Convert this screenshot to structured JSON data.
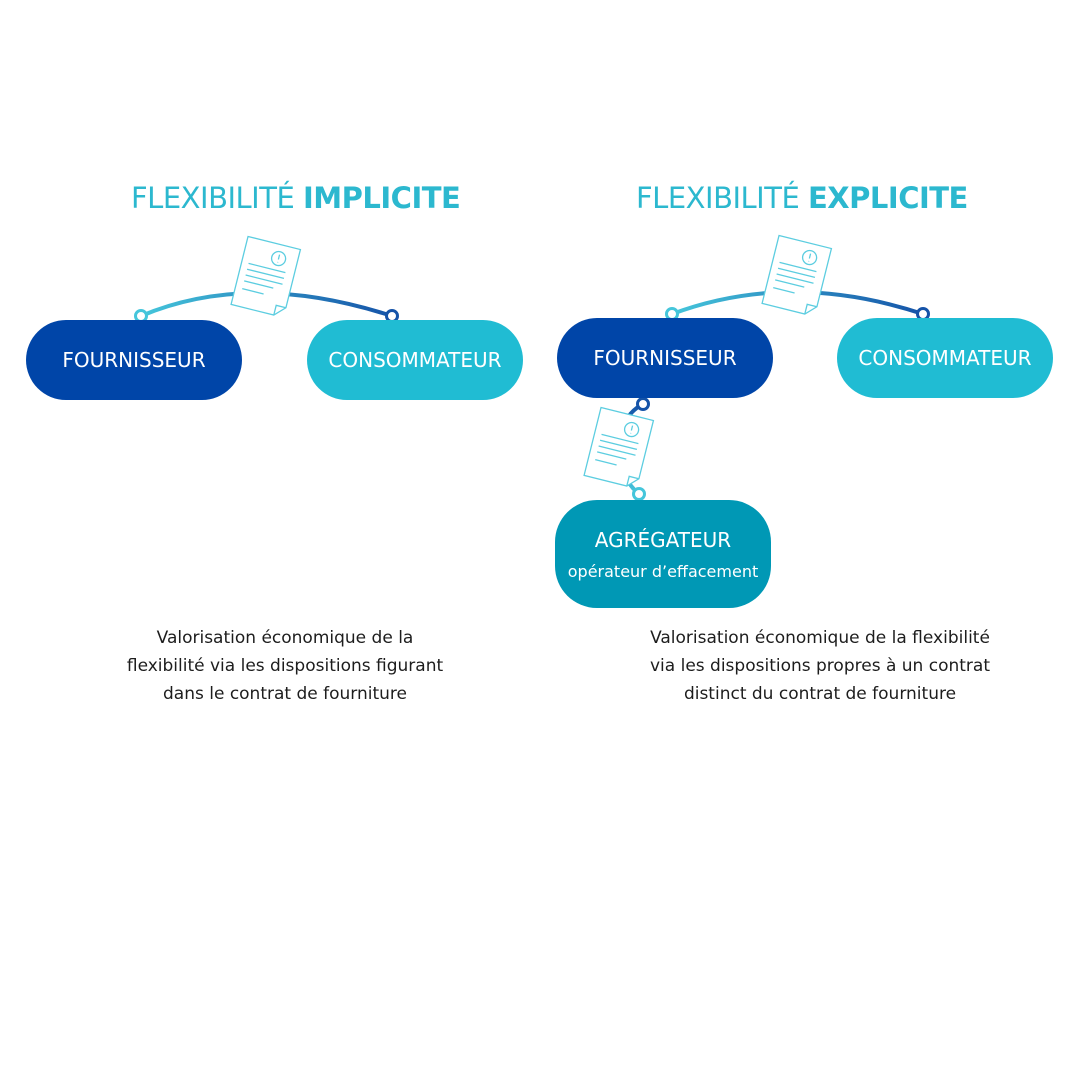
{
  "left": {
    "title_light": "FLEXIBILITÉ ",
    "title_bold": "IMPLICITE",
    "supplier_label": "FOURNISSEUR",
    "consumer_label": "CONSOMMATEUR",
    "description_lines": [
      "Valorisation économique de la",
      "flexibilité via les dispositions figurant",
      "dans le contrat de fourniture"
    ]
  },
  "right": {
    "title_light": "FLEXIBILITÉ ",
    "title_bold": "EXPLICITE",
    "supplier_label": "FOURNISSEUR",
    "consumer_label": "CONSOMMATEUR",
    "aggregator_label": "AGRÉGATEUR",
    "aggregator_sublabel": "opérateur d’effacement",
    "description_lines": [
      "Valorisation économique de la flexibilité",
      "via les dispositions propres à un contrat",
      "distinct du contrat de fourniture"
    ]
  },
  "icons": [
    "contract-document-icon",
    "contract-document-icon",
    "contract-document-icon"
  ],
  "colors": {
    "supplier": "#0045a8",
    "consumer": "#20bcd3",
    "aggregator": "#0098b5",
    "title": "#2cb8cf",
    "line_light": "#3cc3d8",
    "line_dark": "#1a5fb4"
  }
}
